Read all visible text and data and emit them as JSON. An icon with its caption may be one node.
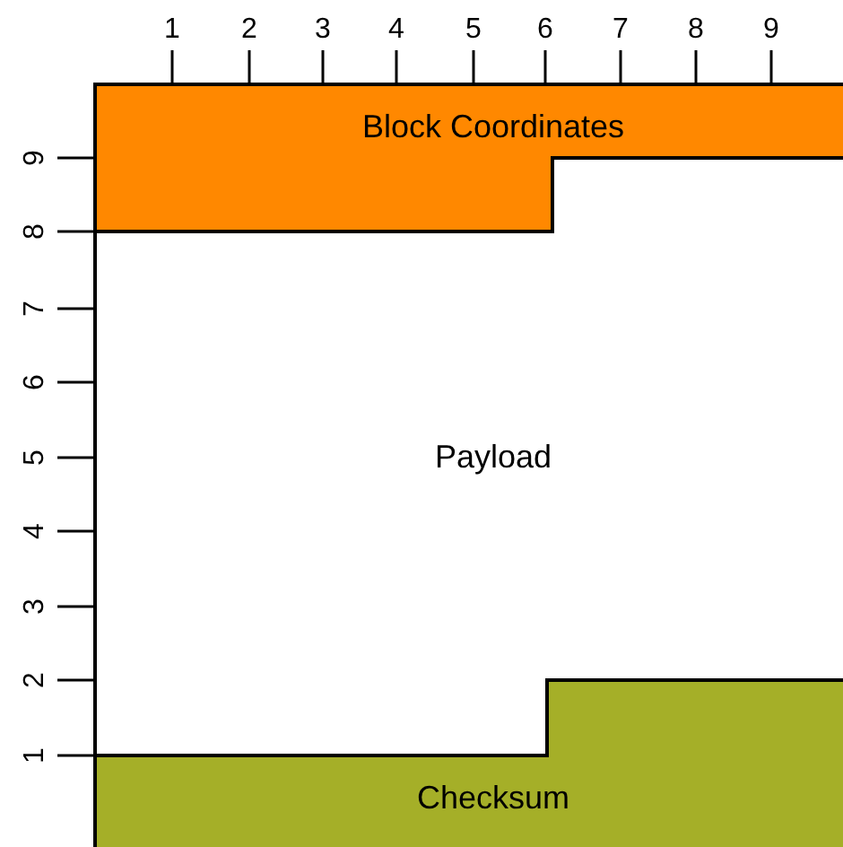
{
  "diagram": {
    "nodes": [
      {
        "text": [
          "Block Coordinates"
        ]
      },
      {
        "text": [
          "Payload"
        ]
      },
      {
        "text": [
          "Checksum"
        ]
      }
    ],
    "labels": [
      "1",
      "2",
      "3",
      "4",
      "5",
      "6",
      "7",
      "8",
      "9",
      "9",
      "8",
      "7",
      "6",
      "5",
      "4",
      "3",
      "2",
      "1"
    ]
  }
}
